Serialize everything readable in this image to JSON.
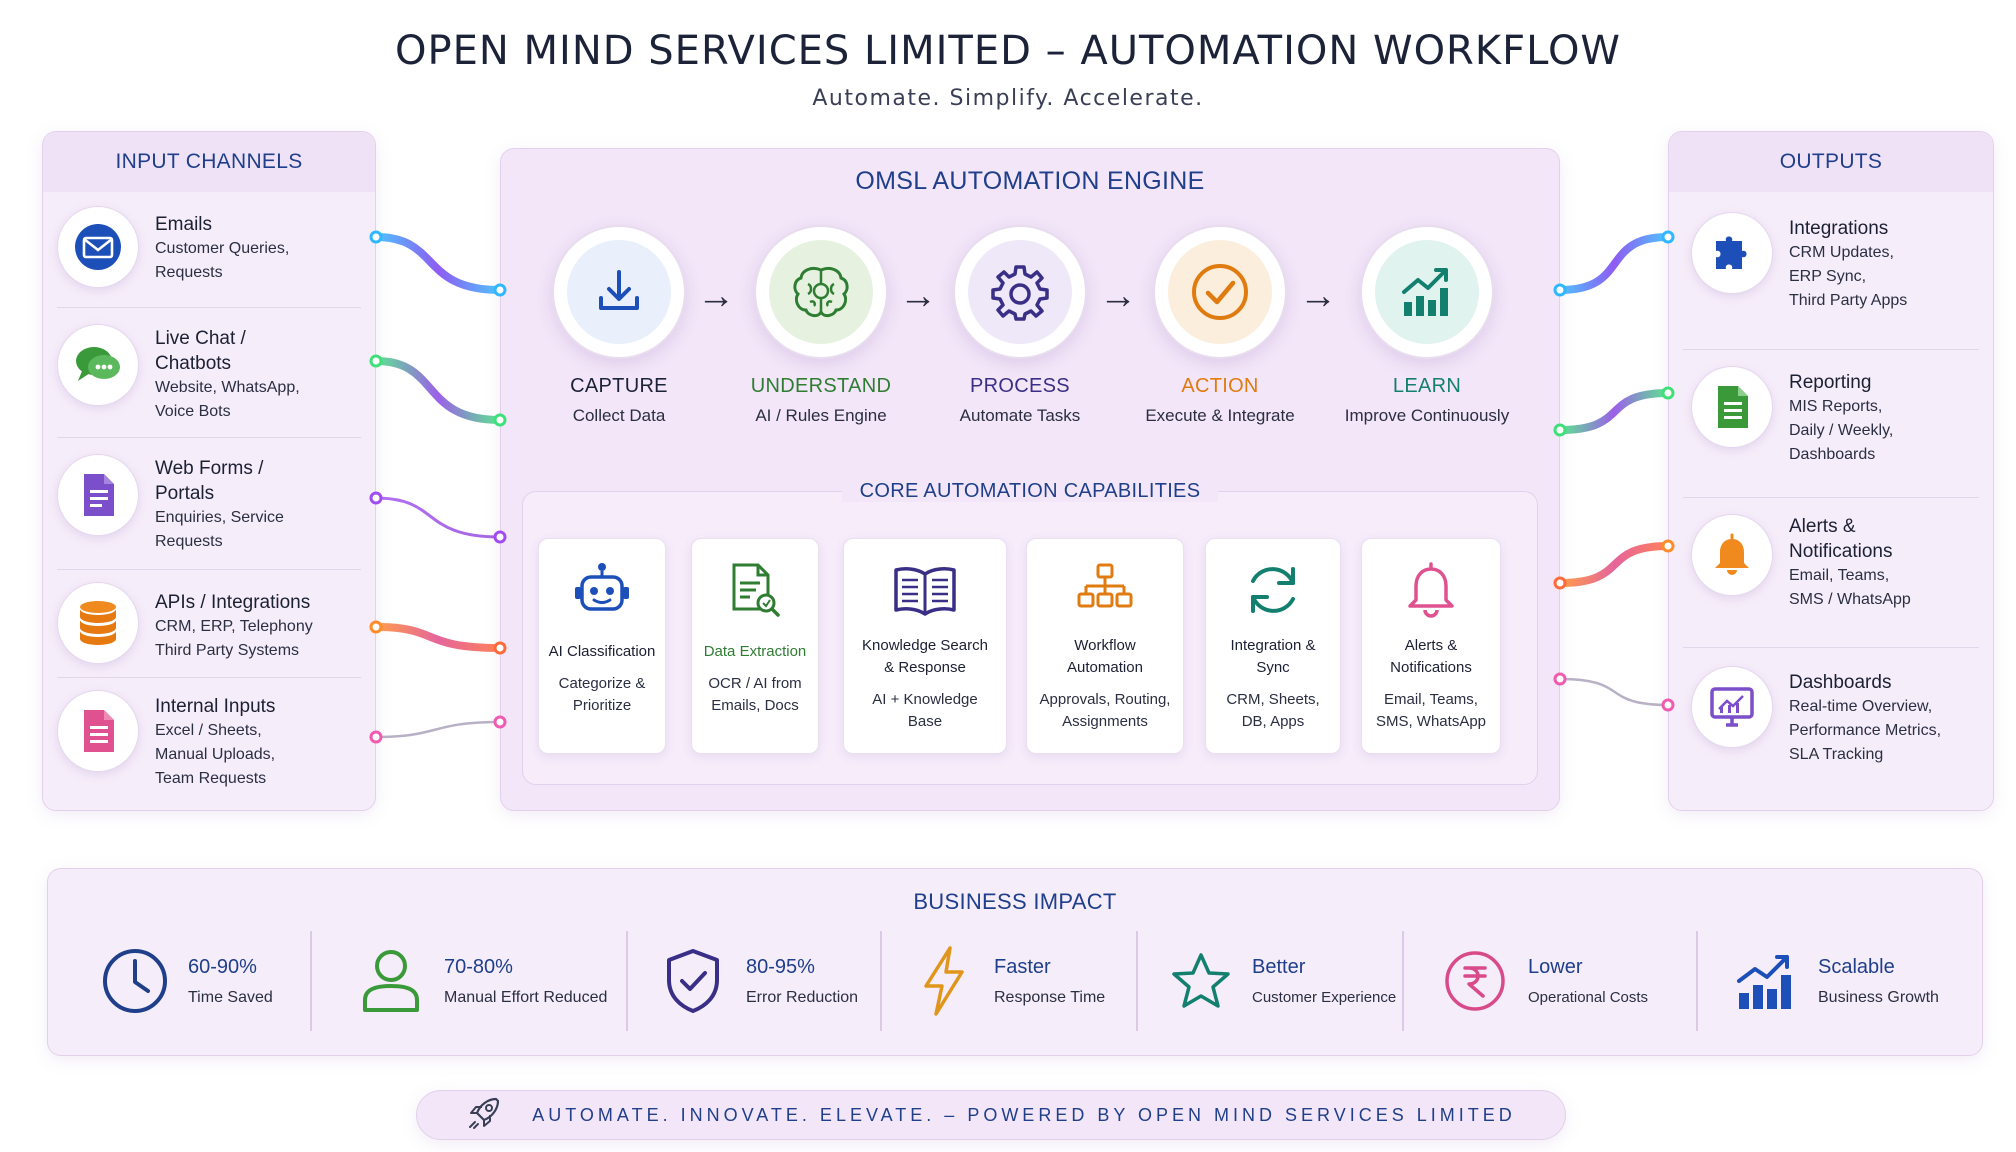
{
  "header": {
    "title": "OPEN MIND SERVICES LIMITED – AUTOMATION WORKFLOW",
    "tagline": "Automate. Simplify. Accelerate."
  },
  "inputs": {
    "title": "INPUT CHANNELS",
    "items": [
      {
        "title": "Emails",
        "desc": [
          "Customer Queries,",
          "Requests"
        ],
        "icon": "envelope-icon"
      },
      {
        "title": "Live Chat /",
        "title2": "Chatbots",
        "desc": [
          "Website, WhatsApp,",
          "Voice Bots"
        ],
        "icon": "chat-bubbles-icon"
      },
      {
        "title": "Web Forms /",
        "title2": "Portals",
        "desc": [
          "Enquiries, Service",
          "Requests"
        ],
        "icon": "form-document-icon"
      },
      {
        "title": "APIs / Integrations",
        "desc": [
          "CRM, ERP, Telephony",
          "Third Party Systems"
        ],
        "icon": "database-icon"
      },
      {
        "title": "Internal Inputs",
        "desc": [
          "Excel / Sheets,",
          "Manual Uploads,",
          "Team Requests"
        ],
        "icon": "sheet-document-icon"
      }
    ]
  },
  "engine": {
    "title": "OMSL AUTOMATION ENGINE",
    "stages": [
      {
        "label": "CAPTURE",
        "sub": "Collect Data",
        "color": "#1c2238",
        "icon": "download-icon"
      },
      {
        "label": "UNDERSTAND",
        "sub": "AI / Rules Engine",
        "color": "#2f7d32",
        "icon": "brain-icon"
      },
      {
        "label": "PROCESS",
        "sub": "Automate Tasks",
        "color": "#3a2f86",
        "icon": "gear-icon"
      },
      {
        "label": "ACTION",
        "sub": "Execute & Integrate",
        "color": "#e07b10",
        "icon": "check-circle-icon"
      },
      {
        "label": "LEARN",
        "sub": "Improve Continuously",
        "color": "#13806f",
        "icon": "growth-chart-icon"
      }
    ],
    "arrow": "→"
  },
  "capabilities": {
    "title": "CORE AUTOMATION CAPABILITIES",
    "items": [
      {
        "name": [
          "AI Classification"
        ],
        "desc": [
          "Categorize &",
          "Prioritize"
        ],
        "name_color": "#1c2033",
        "icon": "robot-icon"
      },
      {
        "name": [
          "Data Extraction"
        ],
        "desc": [
          "OCR / AI from",
          "Emails, Docs"
        ],
        "name_color": "#2f7d32",
        "icon": "document-search-icon"
      },
      {
        "name": [
          "Knowledge Search",
          "& Response"
        ],
        "desc": [
          "AI + Knowledge",
          "Base"
        ],
        "name_color": "#1c2033",
        "icon": "open-book-icon"
      },
      {
        "name": [
          "Workflow",
          "Automation"
        ],
        "desc": [
          "Approvals, Routing,",
          "Assignments"
        ],
        "name_color": "#1c2033",
        "icon": "org-chart-icon"
      },
      {
        "name": [
          "Integration &",
          "Sync"
        ],
        "desc": [
          "CRM, Sheets,",
          "DB, Apps"
        ],
        "name_color": "#1c2033",
        "icon": "sync-arrows-icon"
      },
      {
        "name": [
          "Alerts &",
          "Notifications"
        ],
        "desc": [
          "Email, Teams,",
          "SMS, WhatsApp"
        ],
        "name_color": "#1c2033",
        "icon": "bell-icon"
      }
    ]
  },
  "outputs": {
    "title": "OUTPUTS",
    "items": [
      {
        "title": "Integrations",
        "desc": [
          "CRM Updates,",
          "ERP Sync,",
          "Third Party Apps"
        ],
        "icon": "puzzle-icon"
      },
      {
        "title": "Reporting",
        "desc": [
          "MIS Reports,",
          "Daily / Weekly,",
          "Dashboards"
        ],
        "icon": "report-document-icon"
      },
      {
        "title": "Alerts &",
        "title2": "Notifications",
        "desc": [
          "Email, Teams,",
          "SMS / WhatsApp"
        ],
        "icon": "bell-icon"
      },
      {
        "title": "Dashboards",
        "desc": [
          "Real-time Overview,",
          "Performance Metrics,",
          "SLA Tracking"
        ],
        "icon": "monitor-chart-icon"
      }
    ]
  },
  "impact": {
    "title": "BUSINESS IMPACT",
    "items": [
      {
        "value": "60-90%",
        "label": "Time Saved",
        "icon": "clock-icon"
      },
      {
        "value": "70-80%",
        "label": "Manual Effort Reduced",
        "icon": "person-icon"
      },
      {
        "value": "80-95%",
        "label": "Error Reduction",
        "icon": "shield-check-icon"
      },
      {
        "value": "Faster",
        "label": "Response Time",
        "icon": "lightning-icon"
      },
      {
        "value": "Better",
        "label": "Customer Experience",
        "icon": "star-icon"
      },
      {
        "value": "Lower",
        "label": "Operational Costs",
        "icon": "rupee-icon"
      },
      {
        "value": "Scalable",
        "label": "Business Growth",
        "icon": "bar-growth-icon"
      }
    ]
  },
  "footer": {
    "text": "AUTOMATE. INNOVATE. ELEVATE. – POWERED BY OPEN MIND SERVICES LIMITED",
    "icon": "rocket-icon"
  }
}
